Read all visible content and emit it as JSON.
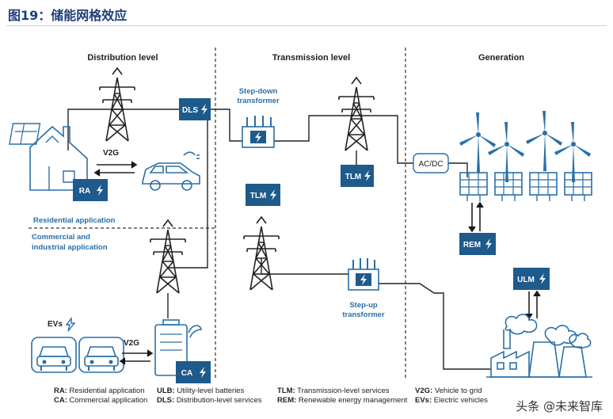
{
  "title": "图19：储能网格效应",
  "sections": {
    "distribution": "Distribution level",
    "transmission": "Transmission level",
    "generation": "Generation"
  },
  "labels": {
    "residential_app": "Residential application",
    "commercial_app_1": "Commercial and",
    "commercial_app_2": "industrial application",
    "stepdown_1": "Step-down",
    "stepdown_2": "transformer",
    "stepup_1": "Step-up",
    "stepup_2": "transformer",
    "v2g_top": "V2G",
    "v2g_bottom": "V2G",
    "evs": "EVs",
    "acdc": "AC/DC"
  },
  "badges": {
    "dls": "DLS",
    "ra": "RA",
    "tlm_top": "TLM",
    "tlm_mid": "TLM",
    "ca": "CA",
    "rem": "REM",
    "ulm": "ULM"
  },
  "legend": [
    [
      {
        "abbr": "RA:",
        "text": "Residential application"
      },
      {
        "abbr": "CA:",
        "text": "Commercial application"
      }
    ],
    [
      {
        "abbr": "ULB:",
        "text": "Utility-level batteries"
      },
      {
        "abbr": "DLS:",
        "text": "Distribution-level services"
      }
    ],
    [
      {
        "abbr": "TLM:",
        "text": "Transmission-level services"
      },
      {
        "abbr": "REM:",
        "text": "Renewable energy management"
      }
    ],
    [
      {
        "abbr": "V2G:",
        "text": "Vehicle to grid"
      },
      {
        "abbr": "EVs:",
        "text": "Electric vehicles"
      }
    ]
  ],
  "watermark": "头条 @未来智库",
  "colors": {
    "badge": "#1e5a8c",
    "line": "#222222",
    "accent": "#2a6fa8",
    "title": "#1f3f7a",
    "section_label": "#2a6fa8"
  }
}
